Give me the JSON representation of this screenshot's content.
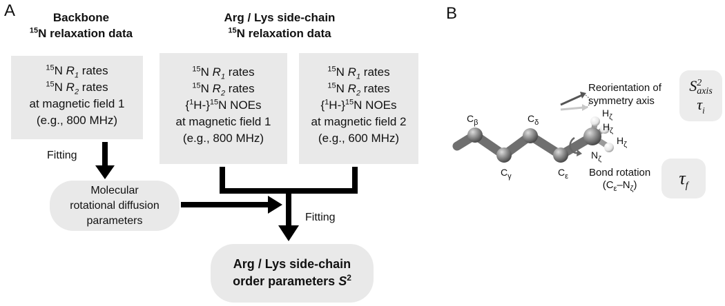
{
  "panel_a": {
    "letter": "A",
    "backbone_header": {
      "line1": "Backbone",
      "sup": "15",
      "line2": "N relaxation data"
    },
    "sidechain_header": {
      "line1": "Arg / Lys side-chain",
      "sup": "15",
      "line2": "N relaxation data"
    },
    "box1": {
      "r1_pre": "15",
      "r1_n": "N ",
      "r1_sym": "R",
      "r1_sub": "1",
      "r1_post": " rates",
      "r2_pre": "15",
      "r2_n": "N ",
      "r2_sym": "R",
      "r2_sub": "2",
      "r2_post": " rates",
      "field": "at magnetic field 1",
      "example": "(e.g., 800 MHz)"
    },
    "box2": {
      "r1_pre": "15",
      "r1_n": "N ",
      "r1_sym": "R",
      "r1_sub": "1",
      "r1_post": " rates",
      "r2_pre": "15",
      "r2_n": "N ",
      "r2_sym": "R",
      "r2_sub": "2",
      "r2_post": " rates",
      "noe_a": "{",
      "noe_sup1": "1",
      "noe_b": "H-}",
      "noe_sup2": "15",
      "noe_c": "N NOEs",
      "field": "at magnetic field 1",
      "example": "(e.g., 800 MHz)"
    },
    "box3": {
      "r1_pre": "15",
      "r1_n": "N ",
      "r1_sym": "R",
      "r1_sub": "1",
      "r1_post": " rates",
      "r2_pre": "15",
      "r2_n": "N ",
      "r2_sym": "R",
      "r2_sub": "2",
      "r2_post": " rates",
      "noe_a": "{",
      "noe_sup1": "1",
      "noe_b": "H-}",
      "noe_sup2": "15",
      "noe_c": "N NOEs",
      "field": "at magnetic field 2",
      "example": "(e.g., 600 MHz)"
    },
    "fitting_left": "Fitting",
    "fitting_right": "Fitting",
    "diffusion": {
      "line1": "Molecular",
      "line2": "rotational diffusion",
      "line3": "parameters"
    },
    "result": {
      "line1": "Arg / Lys side-chain",
      "line2": "order parameters ",
      "sym": "S",
      "sup": "2"
    }
  },
  "panel_b": {
    "letter": "B",
    "atoms": {
      "cb": {
        "base": "C",
        "sub": "β"
      },
      "cg": {
        "base": "C",
        "sub": "γ"
      },
      "cd": {
        "base": "C",
        "sub": "δ"
      },
      "ce": {
        "base": "C",
        "sub": "ε"
      },
      "nz": {
        "base": "N",
        "sub": "ζ"
      },
      "hz": {
        "base": "H",
        "sub": "ζ"
      }
    },
    "reorientation": {
      "line1": "Reorientation of",
      "line2": "symmetry axis"
    },
    "bond_rotation": {
      "line1": "Bond rotation",
      "line2_a": "(C",
      "line2_sub1": "ε",
      "line2_b": "–N",
      "line2_sub2": "ζ",
      "line2_c": ")"
    },
    "s2axis": {
      "sym": "S",
      "sup": "2",
      "sub": "axis"
    },
    "tau_i": {
      "sym": "τ",
      "sub": "i"
    },
    "tau_f": {
      "sym": "τ",
      "sub": "f"
    }
  },
  "colors": {
    "box_fill": "#e9e9e9",
    "arrow": "#000000",
    "atom_carbon": "#7a7a7a",
    "atom_hydrogen": "#f2f2f2"
  }
}
